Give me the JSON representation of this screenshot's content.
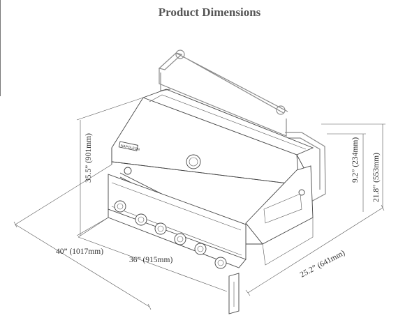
{
  "title": "Product Dimensions",
  "brand_plate": "NAPOLEON",
  "dimensions": {
    "width_overall": "40” (1017mm)",
    "width_cutout": "36” (915mm)",
    "depth": "25.2” (641mm)",
    "height_overall": "35.5” (901mm)",
    "height_hood": "21.8” (553mm)",
    "height_body": "9.2” (234mm)"
  },
  "colors": {
    "line": "#444444",
    "title": "#555555",
    "ghost": "#8a8a8a"
  },
  "knobs": {
    "count": 6
  }
}
